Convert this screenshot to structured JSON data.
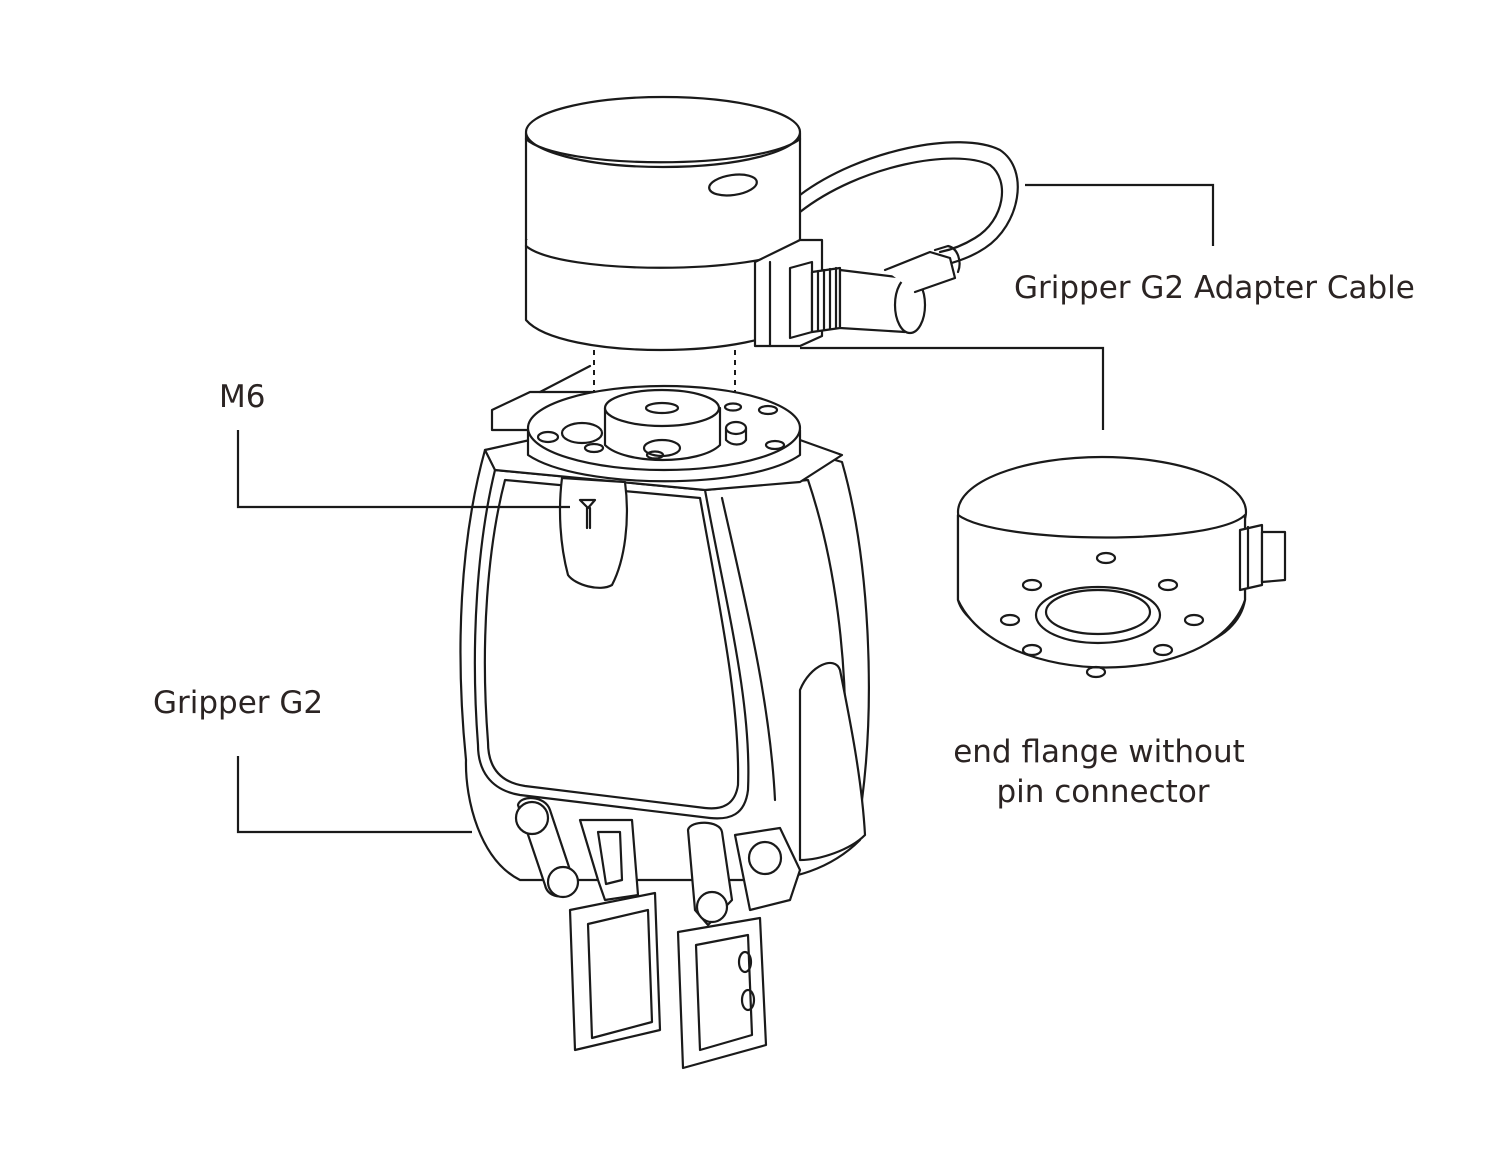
{
  "labels": {
    "adapter_cable": "Gripper G2 Adapter Cable",
    "m6": "M6",
    "gripper": "Gripper G2",
    "flange_line1": "end flange without",
    "flange_line2": "pin connector"
  },
  "colors": {
    "line": "#1a1a1a",
    "text": "#2b2423",
    "background": "#ffffff"
  }
}
